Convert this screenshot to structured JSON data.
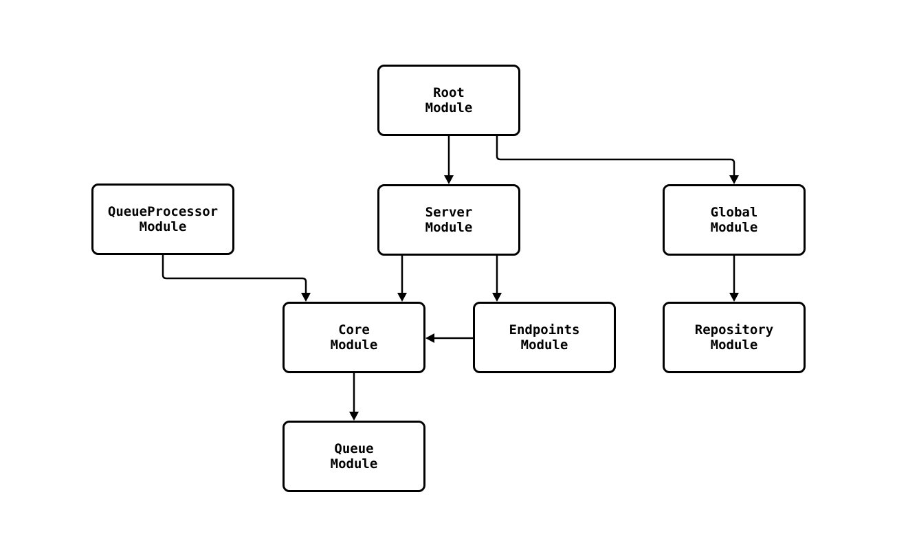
{
  "diagram": {
    "type": "flowchart",
    "background_color": "#ffffff",
    "stroke_color": "#000000",
    "node_fill_color": "#ffffff",
    "nodes": [
      {
        "id": "root",
        "label": "Root\nModule"
      },
      {
        "id": "server",
        "label": "Server\nModule"
      },
      {
        "id": "global",
        "label": "Global\nModule"
      },
      {
        "id": "queueprocessor",
        "label": "QueueProcessor\nModule"
      },
      {
        "id": "core",
        "label": "Core\nModule"
      },
      {
        "id": "endpoints",
        "label": "Endpoints\nModule"
      },
      {
        "id": "repository",
        "label": "Repository\nModule"
      },
      {
        "id": "queue",
        "label": "Queue\nModule"
      }
    ],
    "edges": [
      {
        "from": "root",
        "to": "server"
      },
      {
        "from": "root",
        "to": "global"
      },
      {
        "from": "queueprocessor",
        "to": "core"
      },
      {
        "from": "server",
        "to": "core"
      },
      {
        "from": "server",
        "to": "endpoints"
      },
      {
        "from": "endpoints",
        "to": "core"
      },
      {
        "from": "global",
        "to": "repository"
      },
      {
        "from": "core",
        "to": "queue"
      }
    ]
  }
}
